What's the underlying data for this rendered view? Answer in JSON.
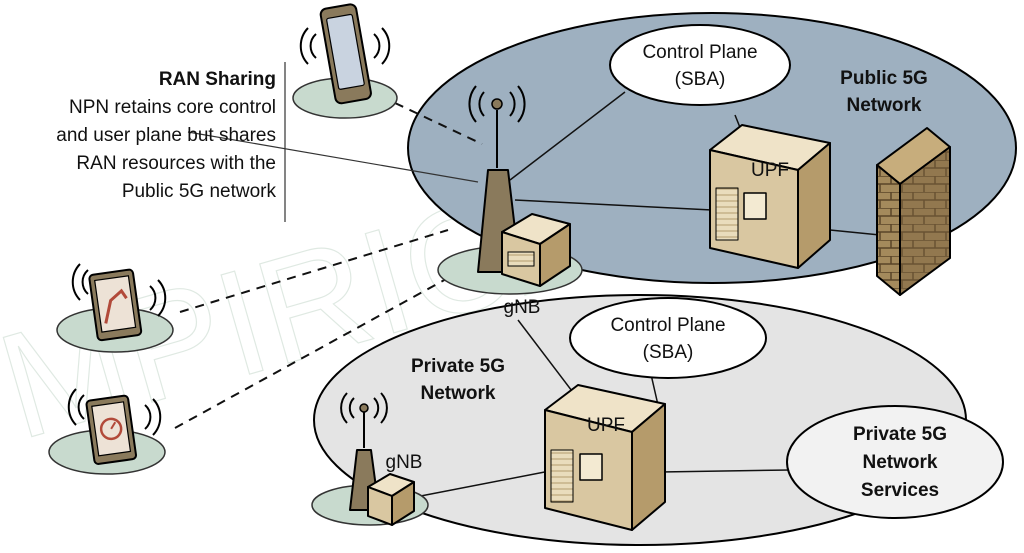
{
  "callout": {
    "title": "RAN Sharing",
    "lines": [
      "NPN retains core control",
      "and user plane but shares",
      "RAN resources with the",
      "Public 5G network"
    ]
  },
  "public_network": {
    "title_lines": [
      "Public 5G",
      "Network"
    ],
    "control_plane": [
      "Control Plane",
      "(SBA)"
    ],
    "upf": "UPF",
    "gnb": "gNB"
  },
  "private_network": {
    "title_lines": [
      "Private 5G",
      "Network"
    ],
    "control_plane": [
      "Control Plane",
      "(SBA)"
    ],
    "upf": "UPF",
    "gnb": "gNB",
    "services_lines": [
      "Private 5G",
      "Network",
      "Services"
    ]
  },
  "watermark": "MPIRICAL",
  "colors": {
    "public_fill": "#9eb0c0",
    "private_fill": "#e4e4e4",
    "platform": "#c8dace",
    "box_top": "#efe3c8",
    "box_left": "#d9c7a1",
    "box_right": "#b59b6b",
    "tower": "#8a7a5c",
    "wall_front": "#a48a5c",
    "wall_brick": "#6e5634"
  }
}
